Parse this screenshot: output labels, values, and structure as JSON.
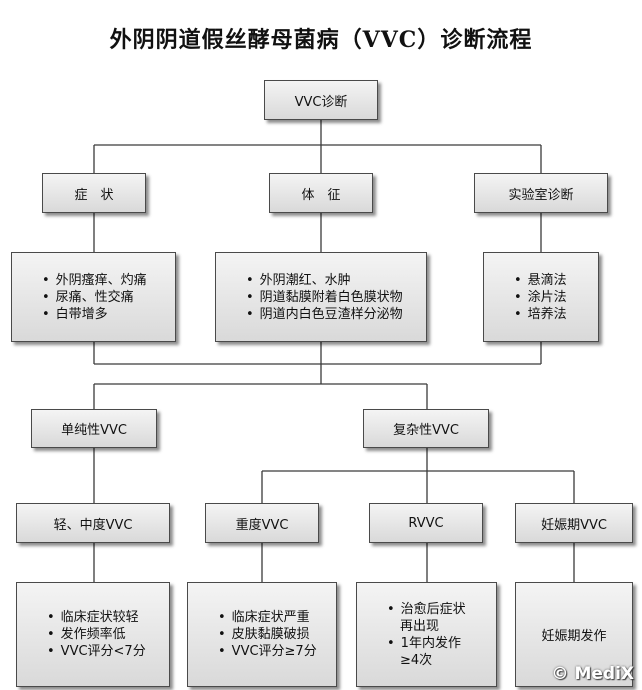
{
  "title": "外阴阴道假丝酵母菌病（VVC）诊断流程",
  "root": "VVC诊断",
  "categories": [
    {
      "label": "症　状",
      "items": [
        "外阴瘙痒、灼痛",
        "尿痛、性交痛",
        "白带增多"
      ]
    },
    {
      "label": "体　征",
      "items": [
        "外阴潮红、水肿",
        "阴道黏膜附着白色膜状物",
        "阴道内白色豆渣样分泌物"
      ]
    },
    {
      "label": "实验室诊断",
      "items": [
        "悬滴法",
        "涂片法",
        "培养法"
      ]
    }
  ],
  "types": {
    "simple": "单纯性VVC",
    "complex": "复杂性VVC"
  },
  "subtypes": [
    {
      "label": "轻、中度VVC",
      "details": [
        "临床症状较轻",
        "发作频率低",
        "VVC评分<7分"
      ]
    },
    {
      "label": "重度VVC",
      "details": [
        "临床症状严重",
        "皮肤黏膜破损",
        "VVC评分≥7分"
      ]
    },
    {
      "label": "RVVC",
      "details": [
        "治愈后症状",
        "再出现",
        "1年内发作",
        "≥4次"
      ]
    },
    {
      "label": "妊娠期VVC",
      "details": [
        "妊娠期发作"
      ]
    }
  ],
  "watermark": "© MediX"
}
